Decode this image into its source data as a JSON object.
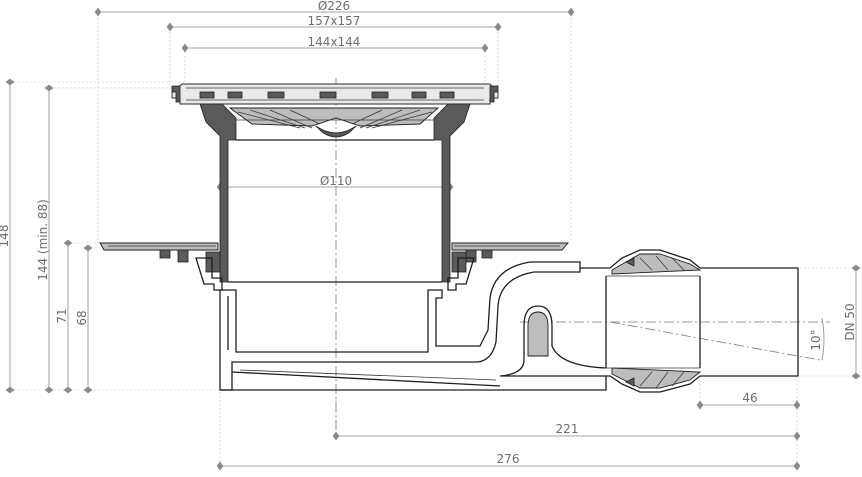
{
  "dimensions": {
    "diameter_outer": "Ø226",
    "grate_outer": "157x157",
    "grate_inner": "144x144",
    "body_diameter": "Ø110",
    "height_total": "148",
    "height_adjustable": "144 (min. 88)",
    "outlet_height_71": "71",
    "outlet_height_68": "68",
    "outlet_dn": "DN 50",
    "outlet_angle": "10°",
    "length_46": "46",
    "length_221": "221",
    "length_276": "276"
  }
}
